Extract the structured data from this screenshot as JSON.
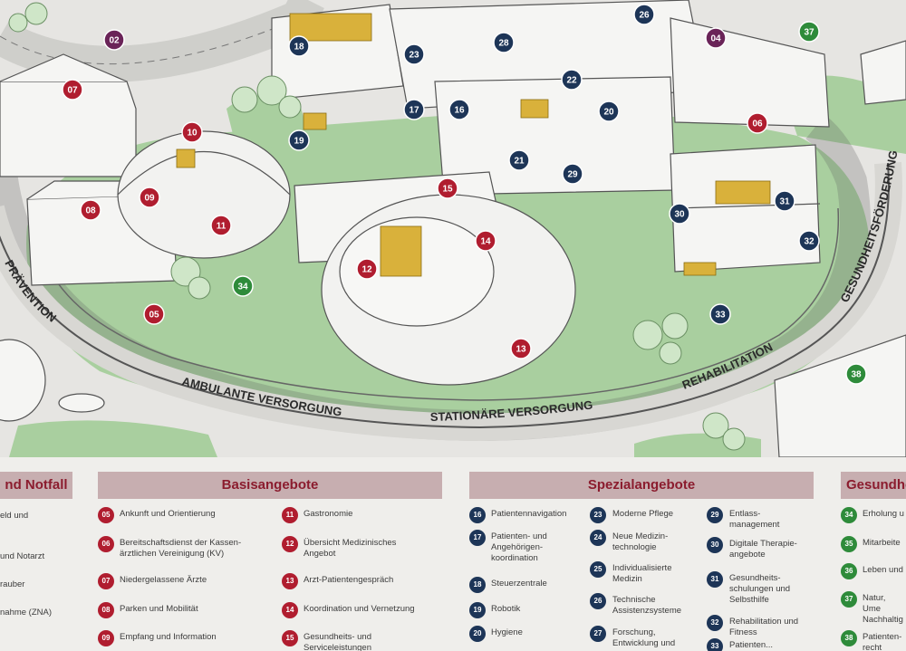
{
  "ring_labels": {
    "prevention": "PRÄVENTION",
    "ambulant": "AMBULANTE VERSORGUNG",
    "stationaer": "STATIONÄRE VERSORGUNG",
    "rehab": "REHABILITATION",
    "health": "GESUNDHEITSFÖRDERUNG"
  },
  "scene_markers": [
    {
      "n": "02",
      "color": "purple"
    },
    {
      "n": "07",
      "color": "red"
    },
    {
      "n": "08",
      "color": "red"
    },
    {
      "n": "09",
      "color": "red"
    },
    {
      "n": "10",
      "color": "red"
    },
    {
      "n": "11",
      "color": "red"
    },
    {
      "n": "12",
      "color": "red"
    },
    {
      "n": "13",
      "color": "red"
    },
    {
      "n": "14",
      "color": "red"
    },
    {
      "n": "15",
      "color": "red"
    },
    {
      "n": "05",
      "color": "red"
    },
    {
      "n": "06",
      "color": "red"
    },
    {
      "n": "04",
      "color": "purple"
    },
    {
      "n": "16",
      "color": "navy"
    },
    {
      "n": "17",
      "color": "navy"
    },
    {
      "n": "18",
      "color": "navy"
    },
    {
      "n": "19",
      "color": "navy"
    },
    {
      "n": "20",
      "color": "navy"
    },
    {
      "n": "21",
      "color": "navy"
    },
    {
      "n": "22",
      "color": "navy"
    },
    {
      "n": "23",
      "color": "navy"
    },
    {
      "n": "26",
      "color": "navy"
    },
    {
      "n": "28",
      "color": "navy"
    },
    {
      "n": "29",
      "color": "navy"
    },
    {
      "n": "30",
      "color": "navy"
    },
    {
      "n": "31",
      "color": "navy"
    },
    {
      "n": "32",
      "color": "navy"
    },
    {
      "n": "33",
      "color": "navy"
    },
    {
      "n": "34",
      "color": "green"
    },
    {
      "n": "37",
      "color": "green"
    },
    {
      "n": "38",
      "color": "green"
    }
  ],
  "legend": {
    "col1": {
      "header": "nd Notfall",
      "items": [
        "eld und",
        "und Notarzt",
        "rauber",
        "nahme (ZNA)",
        ""
      ]
    },
    "basis": {
      "header": "Basisangebote",
      "left": [
        {
          "n": "05",
          "text": "Ankunft und Orientierung"
        },
        {
          "n": "06",
          "text": "Bereitschaftsdienst der Kassen-\närztlichen Vereinigung (KV)"
        },
        {
          "n": "07",
          "text": "Niedergelassene Ärzte"
        },
        {
          "n": "08",
          "text": "Parken und Mobilität"
        },
        {
          "n": "09",
          "text": "Empfang und Information"
        }
      ],
      "right": [
        {
          "n": "11",
          "text": "Gastronomie"
        },
        {
          "n": "12",
          "text": "Übersicht Medizinisches\nAngebot"
        },
        {
          "n": "13",
          "text": "Arzt-Patientengespräch"
        },
        {
          "n": "14",
          "text": "Koordination und Vernetzung"
        },
        {
          "n": "15",
          "text": "Gesundheits- und\nServiceleistungen"
        }
      ]
    },
    "spezial": {
      "header": "Spezialangebote",
      "a": [
        {
          "n": "16",
          "text": "Patientennavigation"
        },
        {
          "n": "17",
          "text": "Patienten- und\nAngehörigen-\nkoordination"
        },
        {
          "n": "18",
          "text": "Steuerzentrale"
        },
        {
          "n": "19",
          "text": "Robotik"
        },
        {
          "n": "20",
          "text": "Hygiene"
        }
      ],
      "b": [
        {
          "n": "23",
          "text": "Moderne Pflege"
        },
        {
          "n": "24",
          "text": "Neue Medizin-\ntechnologie"
        },
        {
          "n": "25",
          "text": "Individualisierte\nMedizin"
        },
        {
          "n": "26",
          "text": "Technische\nAssistenzsysteme"
        },
        {
          "n": "27",
          "text": "Forschung,\nEntwicklung und"
        }
      ],
      "c": [
        {
          "n": "29",
          "text": "Entlass-\nmanagement"
        },
        {
          "n": "30",
          "text": "Digitale Therapie-\nangebote"
        },
        {
          "n": "31",
          "text": "Gesundheits-\nschulungen und\nSelbsthilfe"
        },
        {
          "n": "32",
          "text": "Rehabilitation und\nFitness"
        },
        {
          "n": "33",
          "text": "Patienten..."
        }
      ]
    },
    "gesund": {
      "header": "Gesundhe",
      "items": [
        {
          "n": "34",
          "text": "Erholung u"
        },
        {
          "n": "35",
          "text": "Mitarbeite"
        },
        {
          "n": "36",
          "text": "Leben und"
        },
        {
          "n": "37",
          "text": "Natur, Ume\nNachhaltig"
        },
        {
          "n": "38",
          "text": "Patienten-\nrecht"
        }
      ]
    }
  },
  "colors": {
    "red": "#b01d2f",
    "navy": "#1d3557",
    "green": "#2e8b3a",
    "purple": "#6a2458",
    "header": "#c7aeb0",
    "header_text": "#8b1c2e"
  }
}
